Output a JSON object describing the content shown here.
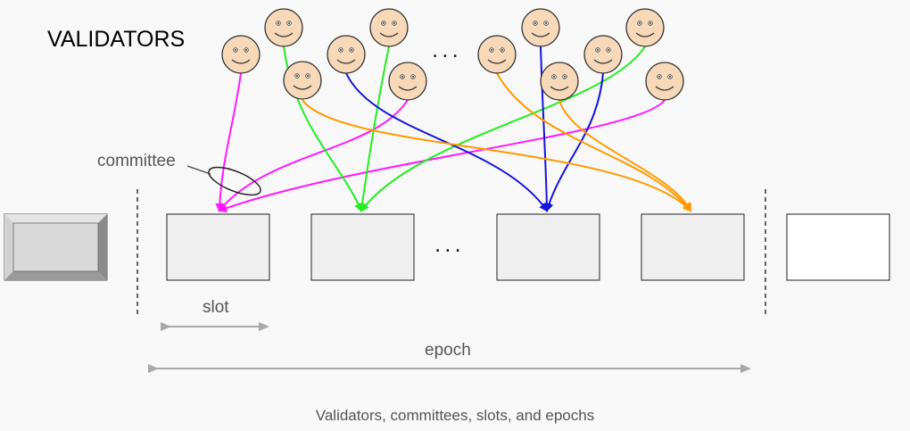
{
  "title": "VALIDATORS",
  "labels": {
    "committee": "committee",
    "slot": "slot",
    "epoch": "epoch",
    "ellipsis_top": "...",
    "ellipsis_blocks": "..."
  },
  "caption": "Validators, committees, slots, and epochs",
  "colors": {
    "magenta": "#ff19ff",
    "green": "#22ee22",
    "blue": "#1414dd",
    "orange": "#ff9900",
    "face": "#f7d9b9",
    "block_fill": "#efefef",
    "arrow_gray": "#a8a8a8"
  },
  "icons": [
    "smiley-face-icon",
    "previous-block-icon"
  ]
}
